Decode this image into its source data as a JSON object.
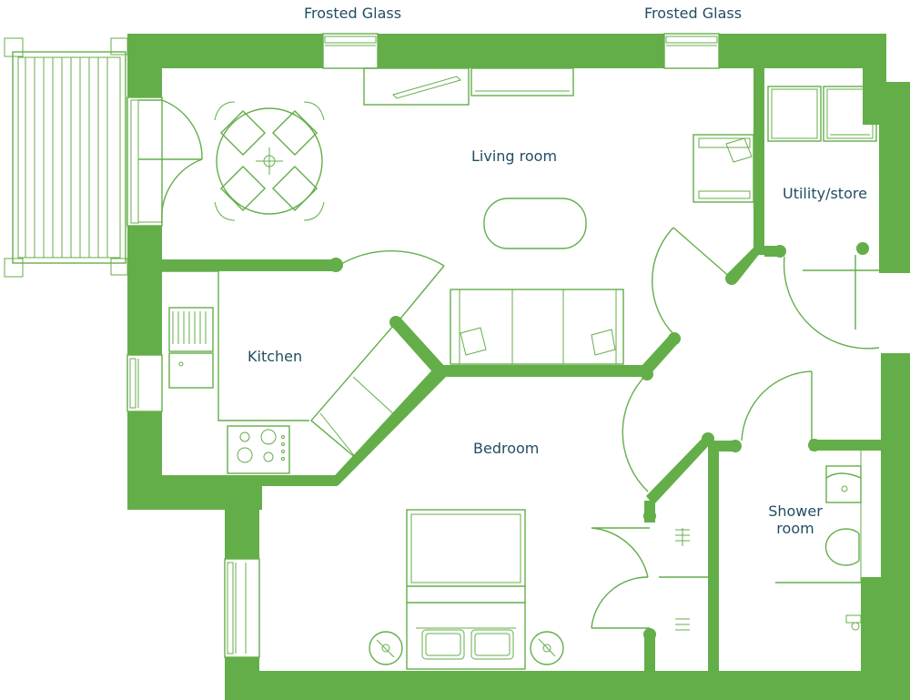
{
  "colors": {
    "wall": "#64AE4A",
    "line": "#64AE4A",
    "text": "#1F4E62",
    "background": "#FFFFFF"
  },
  "labels": {
    "frosted_glass_left": "Frosted Glass",
    "frosted_glass_right": "Frosted Glass",
    "living_room": "Living room",
    "utility_store": "Utility/store",
    "kitchen": "Kitchen",
    "bedroom": "Bedroom",
    "shower_room_line1": "Shower",
    "shower_room_line2": "room"
  }
}
